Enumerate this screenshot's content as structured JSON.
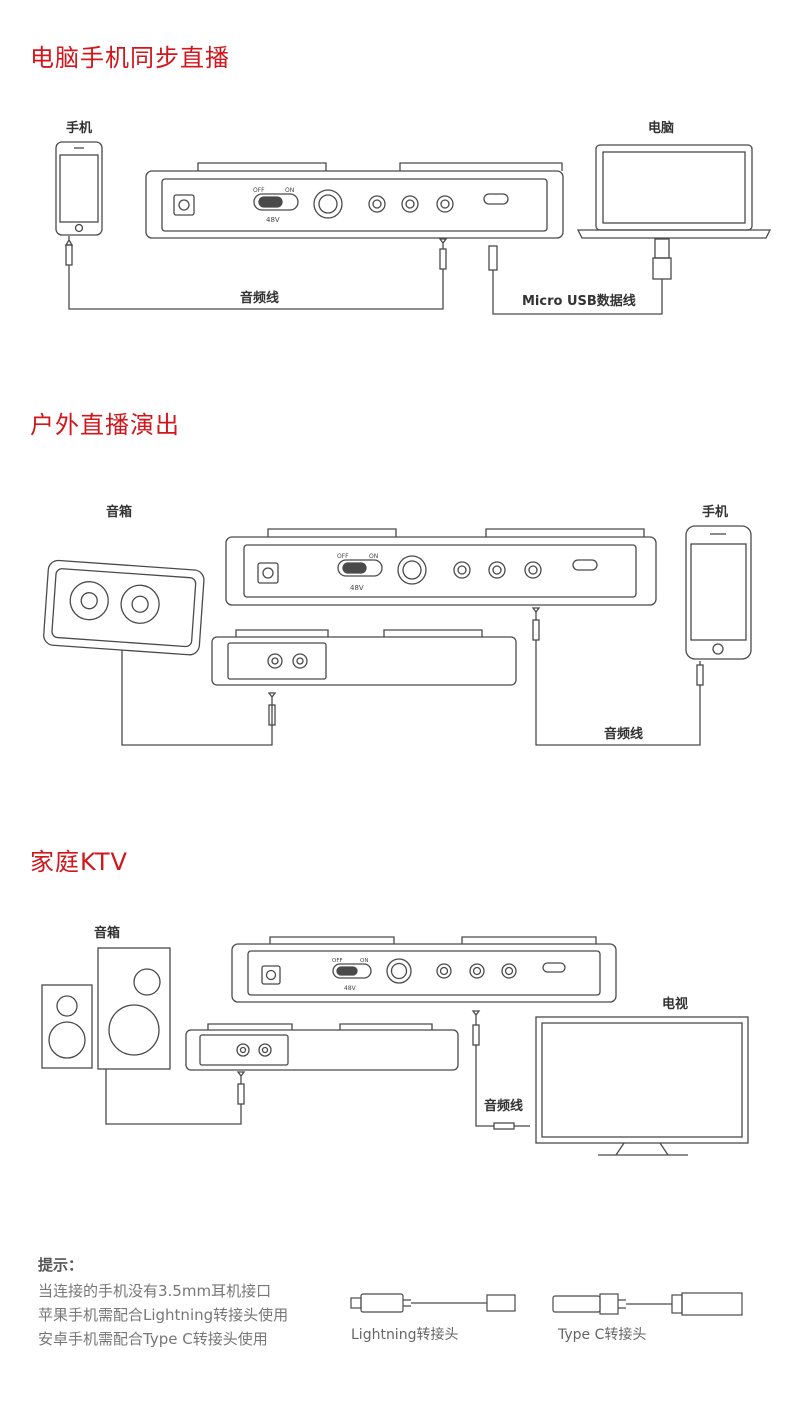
{
  "sections": [
    {
      "title": "电脑手机同步直播",
      "labels": {
        "phone": "手机",
        "computer": "电脑",
        "audio_cable": "音频线",
        "usb_cable": "Micro USB数据线"
      }
    },
    {
      "title": "户外直播演出",
      "labels": {
        "speaker": "音箱",
        "phone": "手机",
        "audio_cable": "音频线"
      }
    },
    {
      "title": "家庭KTV",
      "labels": {
        "speaker": "音箱",
        "tv": "电视",
        "audio_cable": "音频线"
      }
    }
  ],
  "device": {
    "switch_off": "OFF",
    "switch_on": "ON",
    "phantom": "48V"
  },
  "notes": {
    "title": "提示：",
    "lines": [
      "当连接的手机没有3.5mm耳机接口",
      "苹果手机需配合Lightning转接头使用",
      "安卓手机需配合Type C转接头使用"
    ]
  },
  "adapters": {
    "lightning": "Lightning转接头",
    "typec": "Type C转接头"
  },
  "colors": {
    "title_red": "#d1161c",
    "line": "#4a4a4a"
  }
}
